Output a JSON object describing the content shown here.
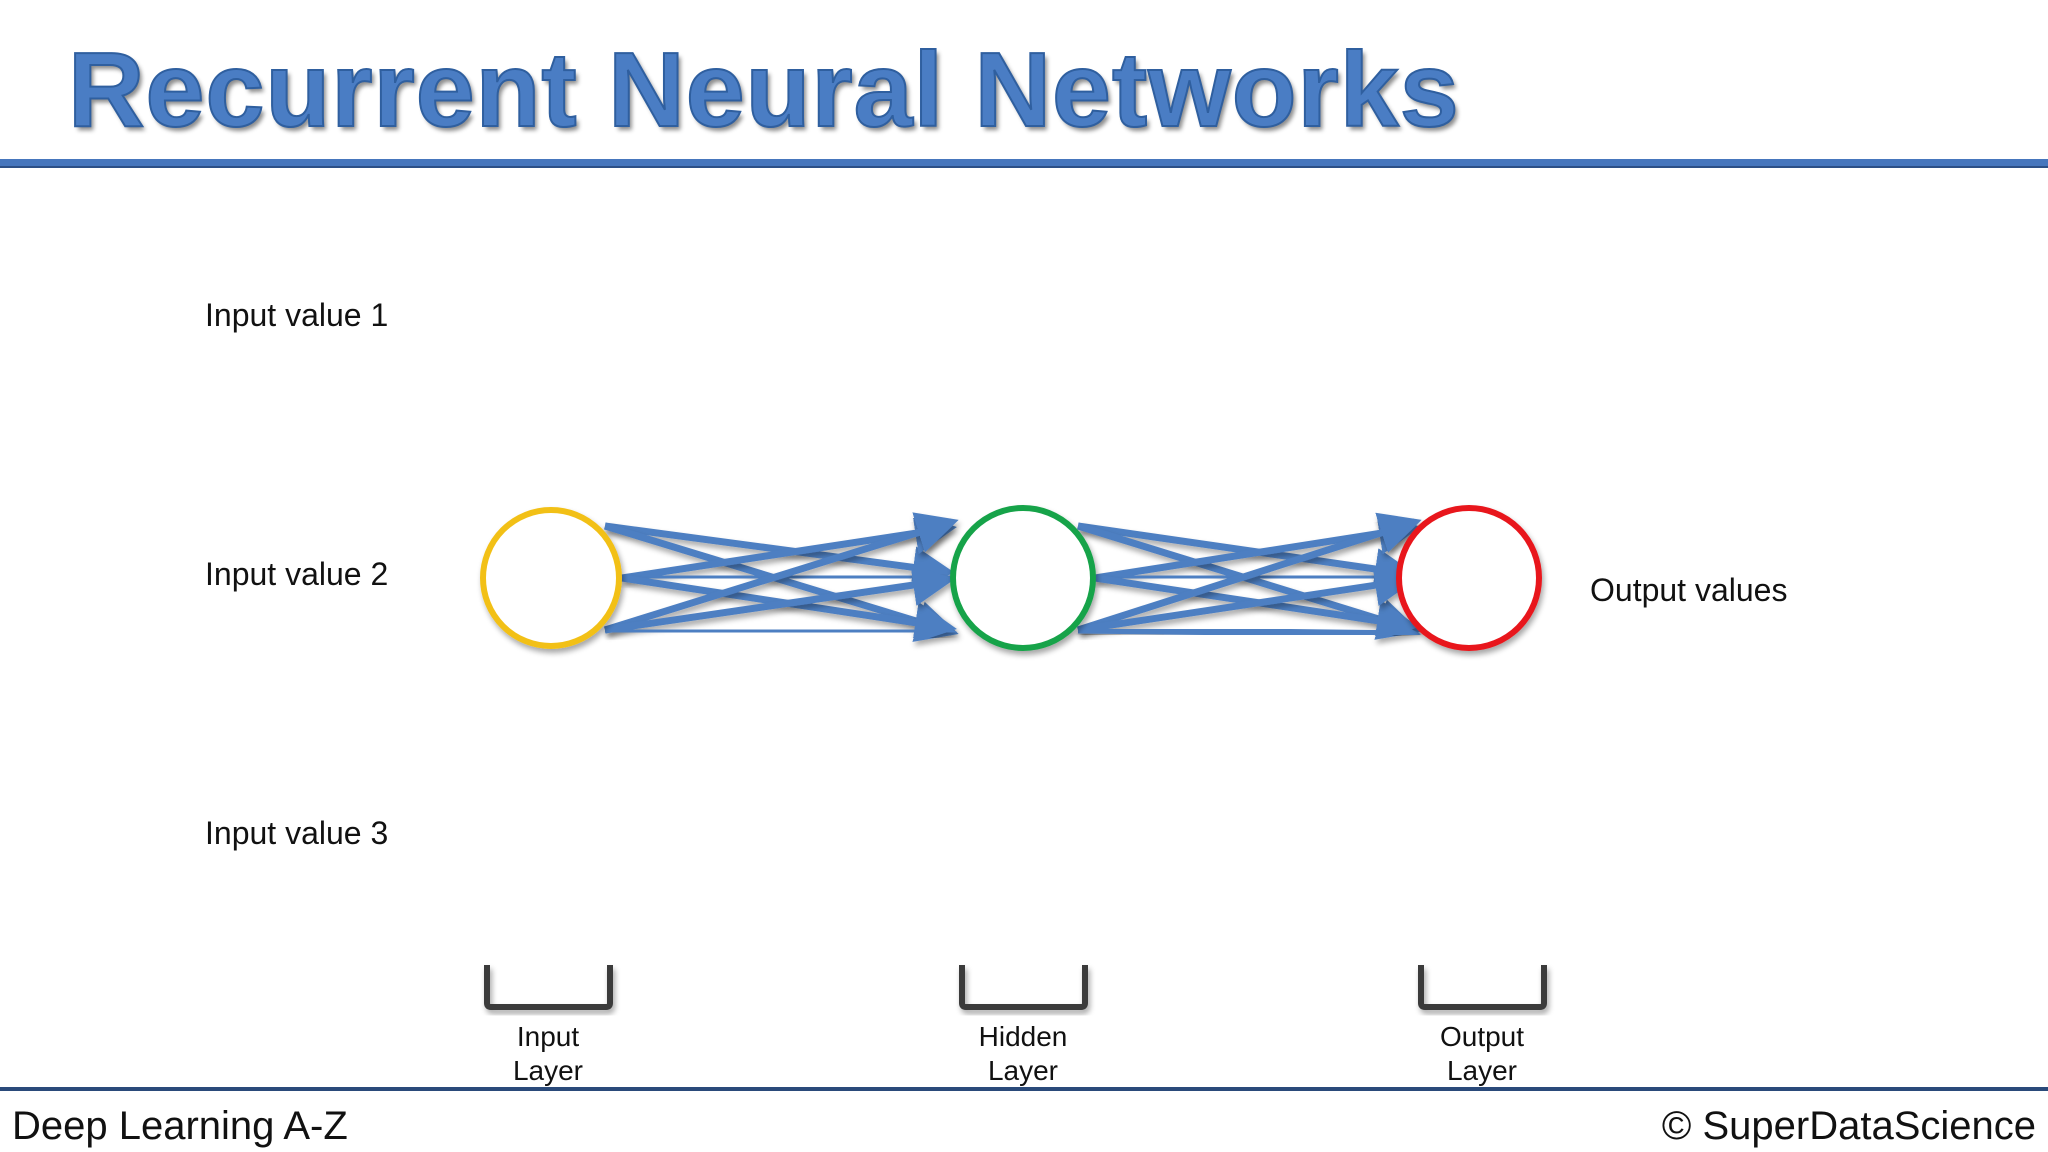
{
  "slide": {
    "title": "Recurrent Neural Networks",
    "footer_left": "Deep Learning A-Z",
    "footer_right": "© SuperDataScience"
  },
  "inputs": [
    {
      "label": "Input value 1"
    },
    {
      "label": "Input value 2"
    },
    {
      "label": "Input value 3"
    }
  ],
  "output": {
    "label": "Output values"
  },
  "layers": [
    {
      "line1": "Input",
      "line2": "Layer",
      "node_color": "#f2c018"
    },
    {
      "line1": "Hidden",
      "line2": "Layer",
      "node_color": "#17a34a"
    },
    {
      "line1": "Output",
      "line2": "Layer",
      "node_color": "#e8161b"
    }
  ],
  "colors": {
    "title": "#4a7dc4",
    "rule": "#4676bd",
    "arrow": "#4d7fc2",
    "bracket": "#3a3a3a"
  }
}
